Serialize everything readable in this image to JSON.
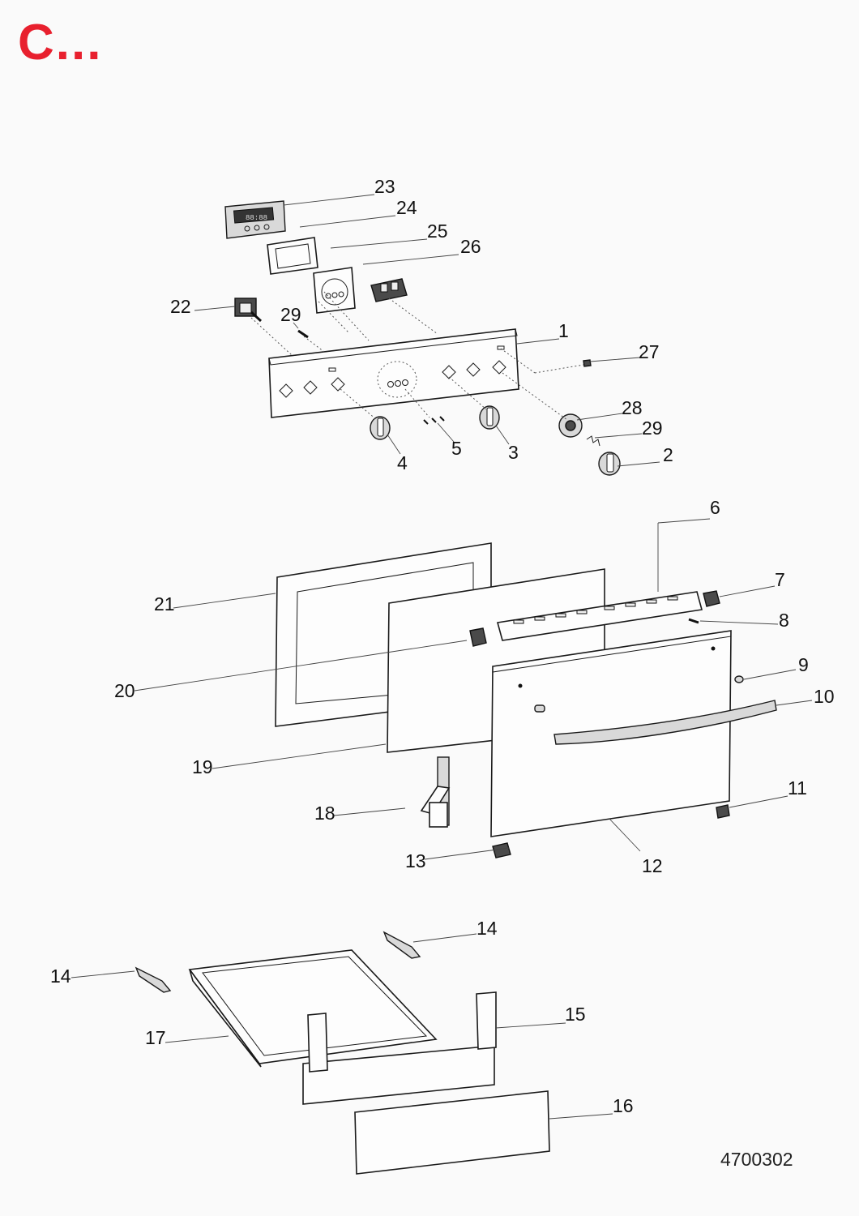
{
  "header": {
    "title": "C...",
    "title_color": "#e8202e"
  },
  "drawing_code": "4700302",
  "callouts": [
    {
      "key": "n1",
      "label": "1"
    },
    {
      "key": "n2",
      "label": "2"
    },
    {
      "key": "n3",
      "label": "3"
    },
    {
      "key": "n4",
      "label": "4"
    },
    {
      "key": "n5",
      "label": "5"
    },
    {
      "key": "n6",
      "label": "6"
    },
    {
      "key": "n7",
      "label": "7"
    },
    {
      "key": "n8",
      "label": "8"
    },
    {
      "key": "n9",
      "label": "9"
    },
    {
      "key": "n10",
      "label": "10"
    },
    {
      "key": "n11",
      "label": "11"
    },
    {
      "key": "n12",
      "label": "12"
    },
    {
      "key": "n13",
      "label": "13"
    },
    {
      "key": "n14a",
      "label": "14"
    },
    {
      "key": "n14b",
      "label": "14"
    },
    {
      "key": "n15",
      "label": "15"
    },
    {
      "key": "n16",
      "label": "16"
    },
    {
      "key": "n17",
      "label": "17"
    },
    {
      "key": "n18",
      "label": "18"
    },
    {
      "key": "n19",
      "label": "19"
    },
    {
      "key": "n20",
      "label": "20"
    },
    {
      "key": "n21",
      "label": "21"
    },
    {
      "key": "n22",
      "label": "22"
    },
    {
      "key": "n23",
      "label": "23"
    },
    {
      "key": "n24",
      "label": "24"
    },
    {
      "key": "n25",
      "label": "25"
    },
    {
      "key": "n26",
      "label": "26"
    },
    {
      "key": "n27",
      "label": "27"
    },
    {
      "key": "n28",
      "label": "28"
    },
    {
      "key": "n29a",
      "label": "29"
    },
    {
      "key": "n29b",
      "label": "29"
    }
  ],
  "timer_display": "88:88"
}
